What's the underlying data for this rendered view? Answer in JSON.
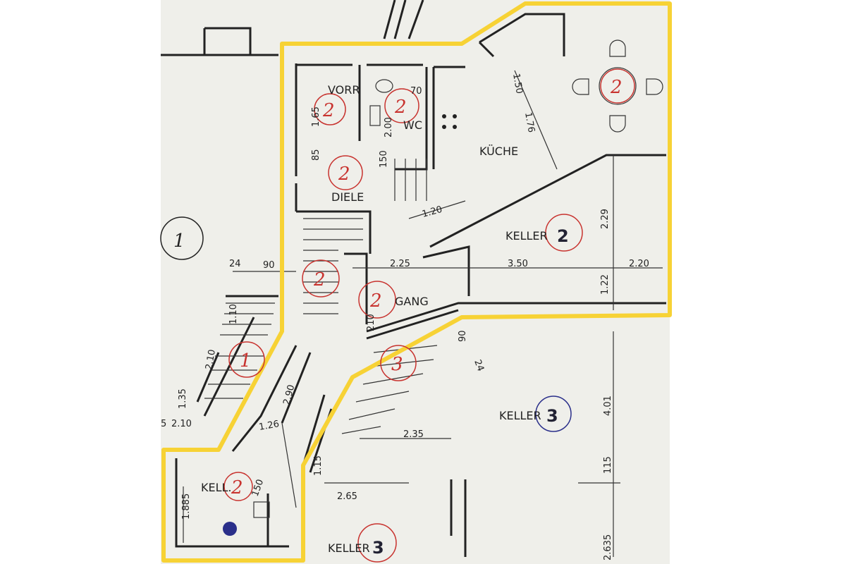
{
  "colors": {
    "outline": "#f7d235",
    "paper": "#efefea",
    "ink": "#222222",
    "marker_red": "#c8332f"
  },
  "rooms": {
    "vorr": "VORR",
    "wc": "WC",
    "kueche": "KÜCHE",
    "diele": "DIELE",
    "keller2": "KELLER",
    "gang": "GANG",
    "keller3_right": "KELLER",
    "keller3_bottom": "KELLER",
    "kell2": "KELL."
  },
  "markers": {
    "two": "2",
    "one": "1",
    "three": "3"
  },
  "dimensions": {
    "d165": "1.65",
    "d85": "85",
    "d200": "2.00",
    "d70": "70",
    "d150a": "150",
    "d150b": "1.50",
    "d176": "1.76",
    "d120": "1.20",
    "d229": "2.29",
    "d350": "3.50",
    "d220": "2.20",
    "d122": "1.22",
    "d225": "2.25",
    "d24a": "24",
    "d90a": "90",
    "d110": "1.10",
    "d210a": "2.10",
    "d135": "1.35",
    "d210b": "2.10",
    "d5": "5",
    "d126": "1.26",
    "d290": "2.90",
    "d210c": "210",
    "d90b": "90",
    "d24b": "24",
    "d401": "4.01",
    "d235": "2.35",
    "d115a": "1.15",
    "d115b": "115",
    "d265": "2.65",
    "d1885": "1.885",
    "d150c": "150",
    "d2635": "2.635"
  }
}
